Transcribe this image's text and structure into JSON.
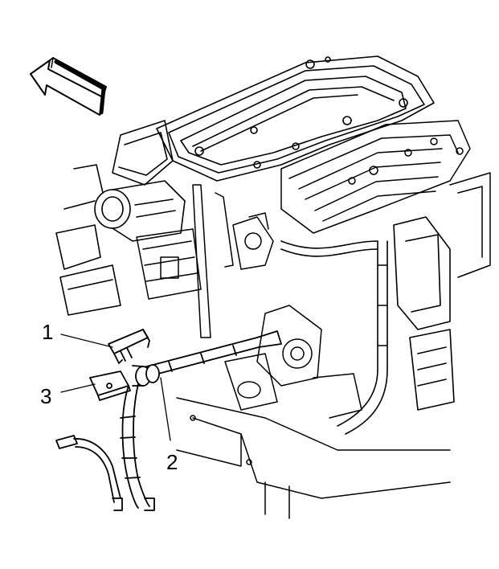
{
  "callouts": [
    {
      "label": "1"
    },
    {
      "label": "2"
    },
    {
      "label": "3"
    }
  ],
  "icons": {
    "direction_arrow": "front-direction-arrow-icon"
  },
  "colors": {
    "line": "#000000",
    "background": "#ffffff"
  }
}
